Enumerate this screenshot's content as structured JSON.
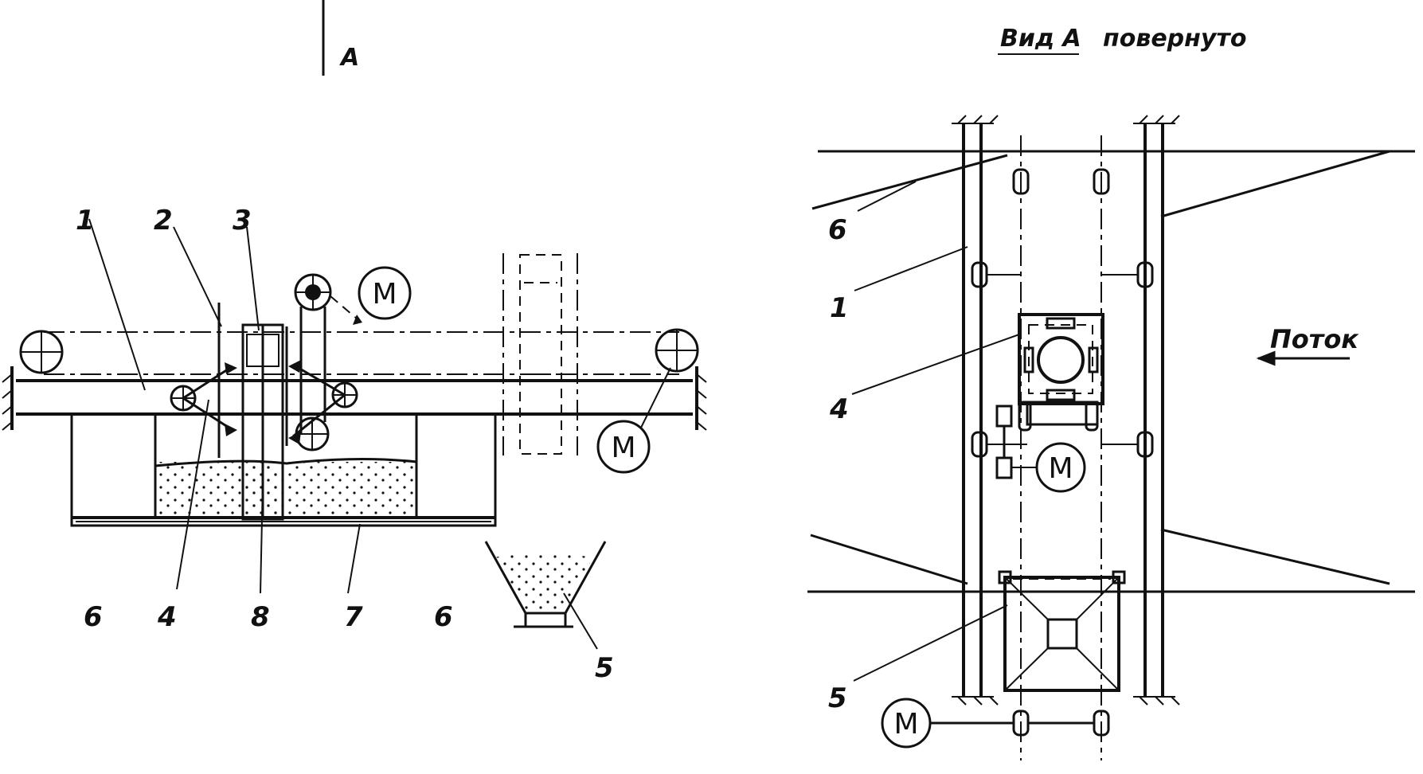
{
  "colors": {
    "ink": "#111111",
    "paper": "#ffffff"
  },
  "left_view": {
    "section_mark": "А",
    "labels": {
      "l1": "1",
      "l2": "2",
      "l3": "3",
      "l4": "4",
      "l5": "5",
      "l6a": "6",
      "l6b": "6",
      "l7": "7",
      "l8": "8"
    },
    "motor_top": "М",
    "motor_right": "М"
  },
  "right_view": {
    "title_view": "Вид А",
    "title_rotated": "повернуто",
    "flow_label": "Поток",
    "labels": {
      "l6": "6",
      "l1": "1",
      "l4": "4",
      "l5": "5"
    },
    "motor_center": "М",
    "motor_bottom": "М"
  }
}
